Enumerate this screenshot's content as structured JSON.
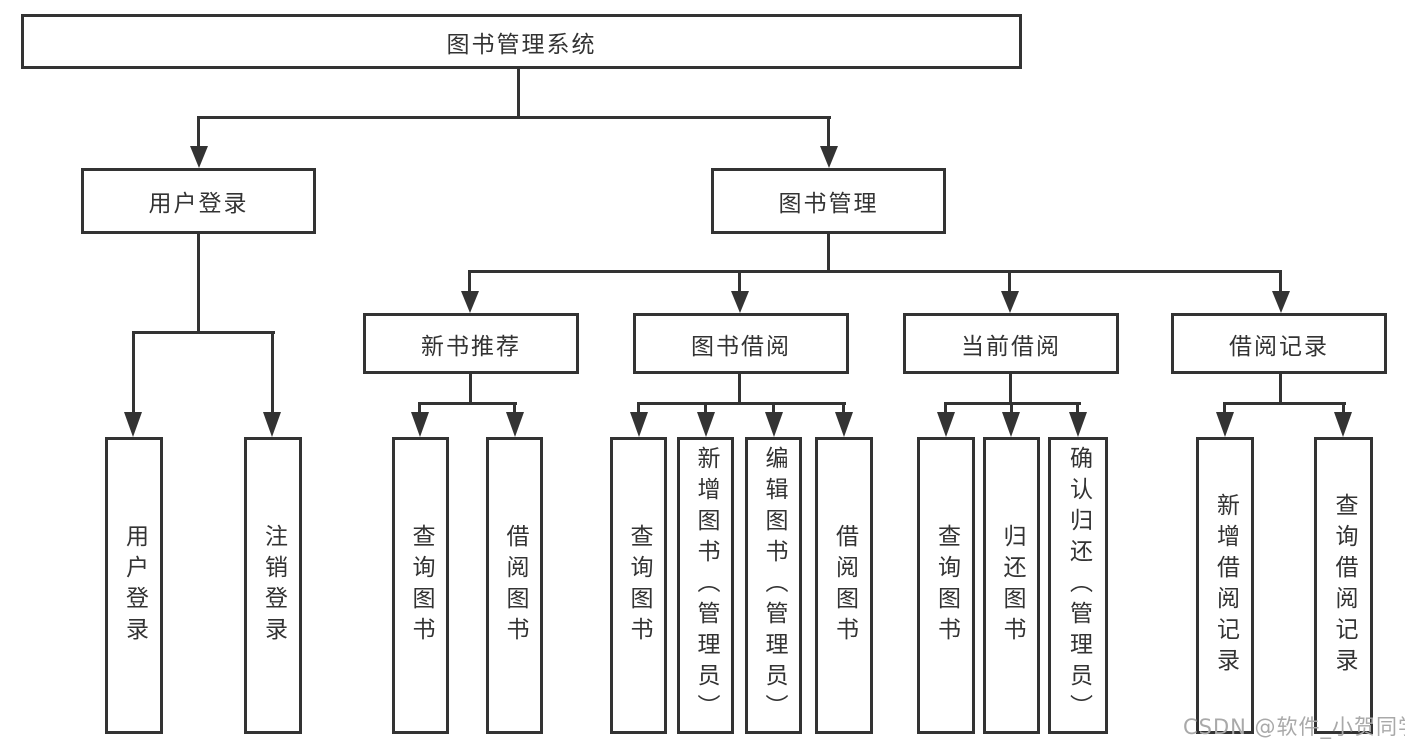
{
  "diagram": {
    "colors": {
      "background": "#ffffff",
      "line": "#333333",
      "text": "#333333",
      "watermark": "#a9a9a9"
    },
    "watermark": "CSDN @软件_小贺同学",
    "tree": {
      "root": {
        "label": "图书管理系统",
        "children": [
          {
            "label": "用户登录",
            "children": [
              {
                "label": "用户登录"
              },
              {
                "label": "注销登录"
              }
            ]
          },
          {
            "label": "图书管理",
            "children": [
              {
                "label": "新书推荐",
                "children": [
                  {
                    "label": "查询图书"
                  },
                  {
                    "label": "借阅图书"
                  }
                ]
              },
              {
                "label": "图书借阅",
                "children": [
                  {
                    "label": "查询图书"
                  },
                  {
                    "label": "新增图书（管理员）"
                  },
                  {
                    "label": "编辑图书（管理员）"
                  },
                  {
                    "label": "借阅图书"
                  }
                ]
              },
              {
                "label": "当前借阅",
                "children": [
                  {
                    "label": "查询图书"
                  },
                  {
                    "label": "归还图书"
                  },
                  {
                    "label": "确认归还（管理员）"
                  }
                ]
              },
              {
                "label": "借阅记录",
                "children": [
                  {
                    "label": "新增借阅记录"
                  },
                  {
                    "label": "查询借阅记录"
                  }
                ]
              }
            ]
          }
        ]
      }
    }
  }
}
